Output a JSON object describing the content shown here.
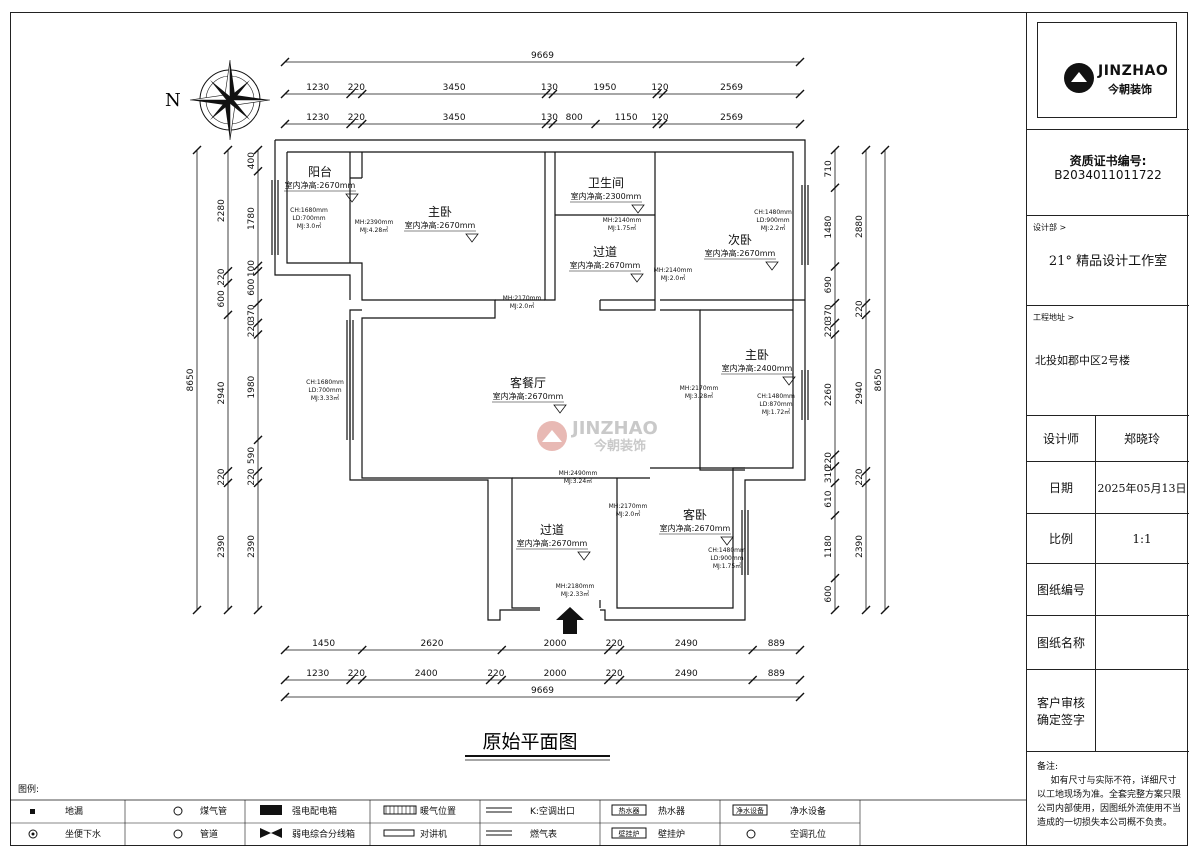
{
  "company": {
    "logo_en": "JINZHAO",
    "logo_cn": "今朝装饰"
  },
  "cert": {
    "label": "资质证书编号:",
    "value": "B2034011011722"
  },
  "design_dept": {
    "label": "设计部 >",
    "value": "21° 精品设计工作室"
  },
  "project_addr": {
    "label": "工程地址 >",
    "value": "北投如郡中区2号楼"
  },
  "designer": {
    "label": "设计师",
    "value": "郑晓玲"
  },
  "date": {
    "label": "日期",
    "value": "2025年05月13日"
  },
  "scale": {
    "label": "比例",
    "value": "1:1"
  },
  "drawing_no": {
    "label": "图纸编号"
  },
  "drawing_name": {
    "label": "图纸名称"
  },
  "client": {
    "label1": "客户审核",
    "label2": "确定签字"
  },
  "note": {
    "title": "备注:",
    "text": "如有尺寸与实际不符，详细尺寸以工地现场为准。全套完整方案只限公司内部使用，因图纸外流使用不当造成的一切损失本公司概不负责。"
  },
  "title": "原始平面图",
  "compass": "N",
  "watermark": {
    "en": "JINZHAO",
    "cn": "今朝装饰"
  },
  "dims": {
    "top_total": "9669",
    "top_row1": [
      "1230",
      "220",
      "3450",
      "130",
      "1950",
      "120",
      "2569"
    ],
    "top_row2": [
      "1230",
      "220",
      "3450",
      "130",
      "800",
      "1150",
      "120",
      "2569"
    ],
    "bottom_row1": [
      "1450",
      "2620",
      "2000",
      "220",
      "2490",
      "889"
    ],
    "bottom_row2": [
      "1230",
      "220",
      "2400",
      "220",
      "2000",
      "220",
      "2490",
      "889"
    ],
    "bottom_total": "9669",
    "left_total": "8650",
    "left_outer": [
      "2280",
      "220",
      "600",
      "2940",
      "220",
      "2390"
    ],
    "left_inner": [
      "400",
      "1780",
      "100",
      "600",
      "370",
      "220",
      "1980",
      "590",
      "220",
      "2390"
    ],
    "right_total": "8650",
    "right_inner": [
      "710",
      "1480",
      "690",
      "370",
      "220",
      "2260",
      "220",
      "310",
      "610",
      "1180",
      "600"
    ],
    "right_outer": [
      "2880",
      "220",
      "2940",
      "220",
      "2390"
    ]
  },
  "rooms": [
    {
      "name": "阳台",
      "h": "室内净高:2670mm"
    },
    {
      "name": "主卧",
      "h": "室内净高:2670mm"
    },
    {
      "name": "卫生间",
      "h": "室内净高:2300mm"
    },
    {
      "name": "过道",
      "h": "室内净高:2670mm"
    },
    {
      "name": "次卧",
      "h": "室内净高:2670mm"
    },
    {
      "name": "主卧",
      "h": "室内净高:2400mm"
    },
    {
      "name": "客餐厅",
      "h": "室内净高:2670mm"
    },
    {
      "name": "过道",
      "h": "室内净高:2670mm"
    },
    {
      "name": "客卧",
      "h": "室内净高:2670mm"
    }
  ],
  "specs": [
    [
      "CH:1680mm",
      "LD:700mm",
      "MJ:3.0㎡"
    ],
    [
      "MH:2390mm",
      "MJ:4.28㎡"
    ],
    [
      "MH:2140mm",
      "MJ:1.75㎡"
    ],
    [
      "CH:1480mm",
      "LD:900mm",
      "MJ:2.2㎡"
    ],
    [
      "MH:2170mm",
      "MJ:2.0㎡"
    ],
    [
      "MH:2140mm",
      "MJ:2.0㎡"
    ],
    [
      "CH:1680mm",
      "LD:700mm",
      "MJ:3.33㎡"
    ],
    [
      "MH:2170mm",
      "MJ:3.28㎡"
    ],
    [
      "CH:1480mm",
      "LD:870mm",
      "MJ:1.72㎡"
    ],
    [
      "MH:2490mm",
      "MJ:3.24㎡"
    ],
    [
      "MH:2170mm",
      "MJ:2.0㎡"
    ],
    [
      "CH:1480mm",
      "LD:900mm",
      "MJ:1.75㎡"
    ],
    [
      "MH:2180mm",
      "MJ:2.33㎡"
    ]
  ],
  "legend": {
    "title": "图例:",
    "items": [
      "地漏",
      "煤气管",
      "强电配电箱",
      "暖气位置",
      "K:空调出口",
      "热水器",
      "净水设备",
      "坐便下水",
      "管道",
      "弱电综合分线箱",
      "对讲机",
      "燃气表",
      "壁挂炉",
      "空调孔位"
    ],
    "badges": [
      "热水器",
      "净水设备",
      "壁挂炉"
    ]
  }
}
